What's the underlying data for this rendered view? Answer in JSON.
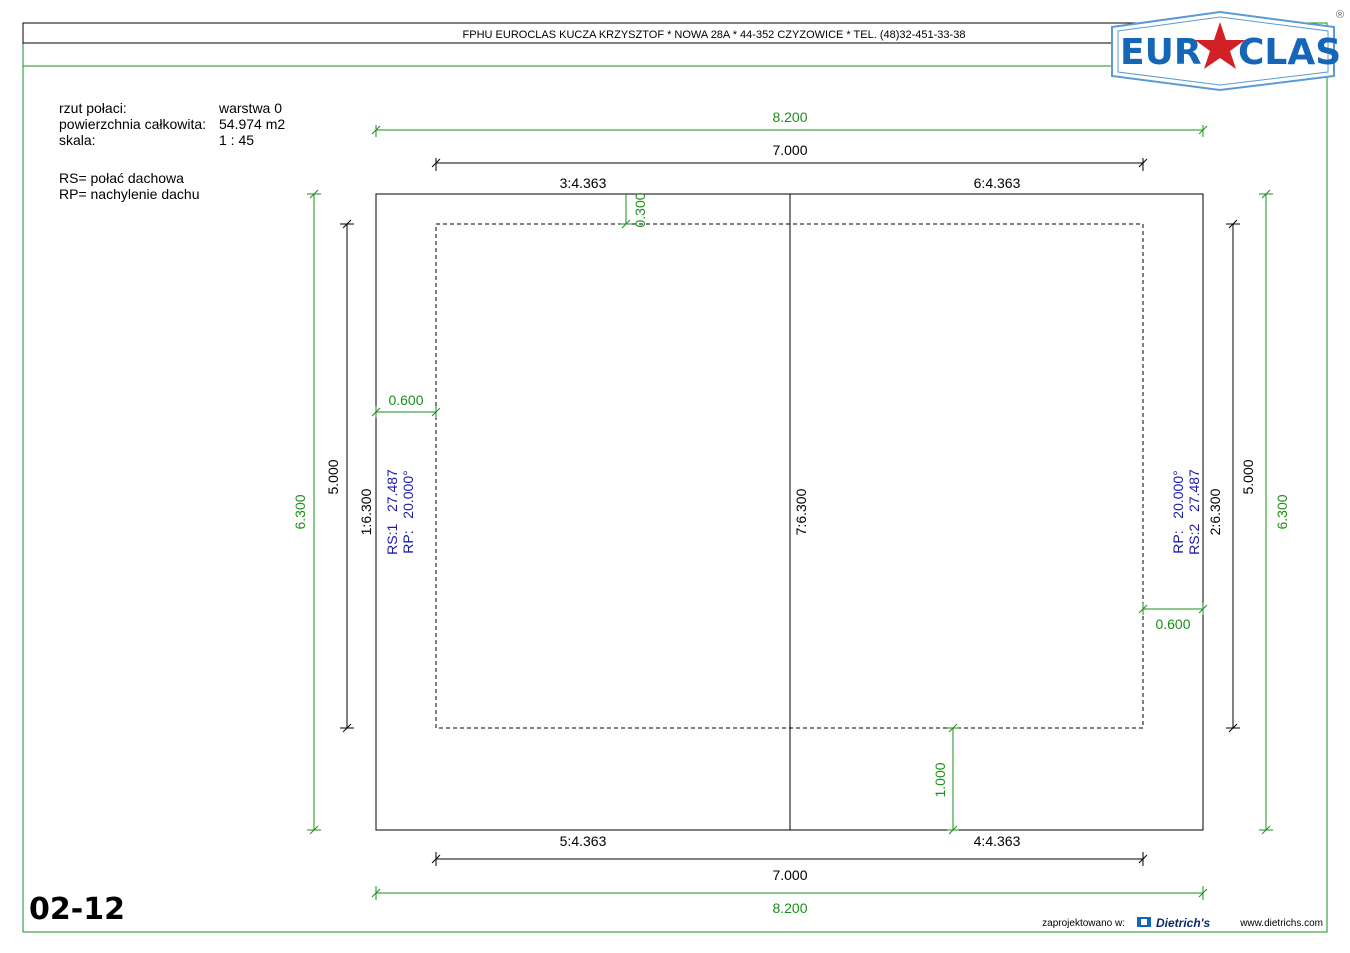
{
  "header": {
    "company_line": "FPHU EUROCLAS KUCZA KRZYSZTOF * NOWA 28A * 44-352 CZYZOWICE * TEL. (48)32-451-33-38",
    "logo_left": "EUR",
    "logo_right": "CLAS",
    "registered": "®"
  },
  "info": {
    "label_rzut": "rzut połaci:",
    "value_rzut": "warstwa 0",
    "label_area": "powierzchnia całkowita:",
    "value_area": "54.974 m2",
    "label_scale": "skala:",
    "value_scale": "1 : 45",
    "legend_rs": "RS= połać dachowa",
    "legend_rp": "RP= nachylenie dachu"
  },
  "dims": {
    "top_outer": "8.200",
    "top_inner": "7.000",
    "edge_3": "3:4.363",
    "edge_6": "6:4.363",
    "overhang_top": "0.300",
    "overhang_left": "0.600",
    "overhang_right": "0.600",
    "overhang_bottom": "1.000",
    "left_outer": "6.300",
    "left_inner": "5.000",
    "edge_1": "1:6.300",
    "edge_7": "7:6.300",
    "edge_2": "2:6.300",
    "right_inner": "5.000",
    "right_outer": "6.300",
    "edge_5": "5:4.363",
    "edge_4": "4:4.363",
    "bottom_inner": "7.000",
    "bottom_outer": "8.200"
  },
  "surfaces": {
    "rs1": "RS:1   27.487",
    "rp1": "RP:   20.000°",
    "rs2": "RS:2   27.487",
    "rp2": "RP:   20.000°"
  },
  "footer": {
    "sheet_number": "02-12",
    "designed_with": "zaprojektowano w:",
    "software": "Dietrich's",
    "website": "www.dietrichs.com"
  }
}
